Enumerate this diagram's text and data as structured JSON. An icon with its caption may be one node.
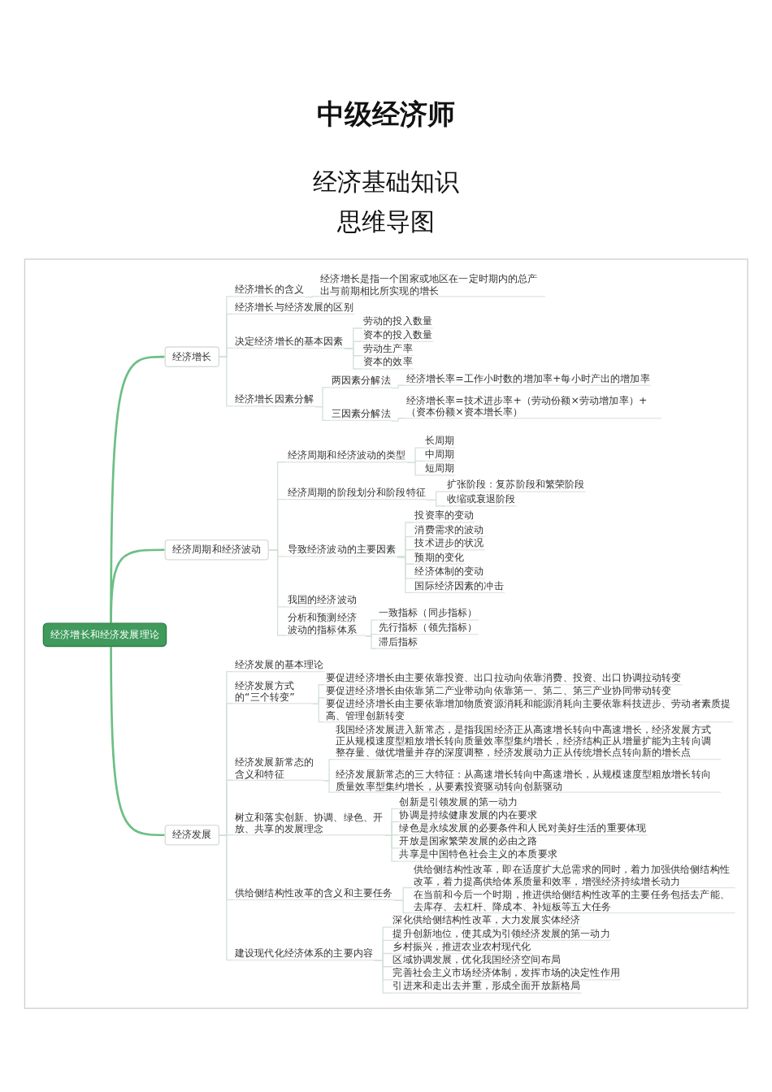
{
  "diagram": {
    "title": "中级经济师",
    "labels": [
      "经济基础知识",
      "思维导图"
    ],
    "nodes": [
      {
        "text": [
          "经济增长和经济发展理论"
        ]
      },
      {
        "text": [
          "经济增长"
        ]
      },
      {
        "text": [
          "经济增长的含义"
        ]
      },
      {
        "text": [
          "经济增长是指一个国家或地区在一定时期内的总产出与前期相比所实现的增长"
        ]
      },
      {
        "text": [
          "经济增长与经济发展的区别"
        ]
      },
      {
        "text": [
          "决定经济增长的基本因素"
        ]
      },
      {
        "text": [
          "劳动的投入数量"
        ]
      },
      {
        "text": [
          "资本的投入数量"
        ]
      },
      {
        "text": [
          "劳动生产率"
        ]
      },
      {
        "text": [
          "资本的效率"
        ]
      },
      {
        "text": [
          "经济增长因素分解"
        ]
      },
      {
        "text": [
          "两因素分解法"
        ]
      },
      {
        "text": [
          "经济增长率=工作小时数的增加率+每小时产出的增加率"
        ]
      },
      {
        "text": [
          "三因素分解法"
        ]
      },
      {
        "text": [
          "经济增长率=技术进步率+（劳动份额×劳动增加率）+（资本份额×资本增长率）"
        ]
      },
      {
        "text": [
          "经济周期和经济波动"
        ]
      },
      {
        "text": [
          "经济周期和经济波动的类型"
        ]
      },
      {
        "text": [
          "长周期"
        ]
      },
      {
        "text": [
          "中周期"
        ]
      },
      {
        "text": [
          "短周期"
        ]
      },
      {
        "text": [
          "经济周期的阶段划分和阶段特征"
        ]
      },
      {
        "text": [
          "扩张阶段：复苏阶段和繁荣阶段"
        ]
      },
      {
        "text": [
          "收缩或衰退阶段"
        ]
      },
      {
        "text": [
          "导致经济波动的主要因素"
        ]
      },
      {
        "text": [
          "投资率的变动"
        ]
      },
      {
        "text": [
          "消费需求的波动"
        ]
      },
      {
        "text": [
          "技术进步的状况"
        ]
      },
      {
        "text": [
          "预期的变化"
        ]
      },
      {
        "text": [
          "经济体制的变动"
        ]
      },
      {
        "text": [
          "国际经济因素的冲击"
        ]
      },
      {
        "text": [
          "我国的经济波动"
        ]
      },
      {
        "text": [
          "分析和预测经济波动的指标体系"
        ]
      },
      {
        "text": [
          "一致指标（同步指标）"
        ]
      },
      {
        "text": [
          "先行指标（领先指标）"
        ]
      },
      {
        "text": [
          "滞后指标"
        ]
      },
      {
        "text": [
          "经济发展"
        ]
      },
      {
        "text": [
          "经济发展的基本理论"
        ]
      },
      {
        "text": [
          "经济发展方式的“三个转变”"
        ]
      },
      {
        "text": [
          "要促进经济增长由主要依靠投资、出口拉动向依靠消费、投资、出口协调拉动转变"
        ]
      },
      {
        "text": [
          "要促进经济增长由依靠第二产业带动向依靠第一、第二、第三产业协同带动转变"
        ]
      },
      {
        "text": [
          "要促进经济增长由主要依靠增加物质资源消耗和能源消耗向主要依靠科技进步、劳动者素质提高、管理创新转变"
        ]
      },
      {
        "text": [
          "经济发展新常态的含义和特征"
        ]
      },
      {
        "text": [
          "我国经济发展进入新常态，是指我国经济正从高速增长转向中高速增长，经济发展方式正从规模速度型粗放增长转向质量效率型集约增长，经济结构正从增量扩能为主转向调整存量、做优增量并存的深度调整，经济发展动力正从传统增长点转向新的增长点"
        ]
      },
      {
        "text": [
          "经济发展新常态的三大特征：从高速增长转向中高速增长，从规模速度型粗放增长转向质量效率型集约增长，从要素投资驱动转向创新驱动"
        ]
      },
      {
        "text": [
          "树立和落实创新、协调、绿色、开放、共享的发展理念"
        ]
      },
      {
        "text": [
          "创新是引领发展的第一动力"
        ]
      },
      {
        "text": [
          "协调是持续健康发展的内在要求"
        ]
      },
      {
        "text": [
          "绿色是永续发展的必要条件和人民对美好生活的重要体现"
        ]
      },
      {
        "text": [
          "开放是国家繁荣发展的必由之路"
        ]
      },
      {
        "text": [
          "共享是中国特色社会主义的本质要求"
        ]
      },
      {
        "text": [
          "供给侧结构性改革的含义和主要任务"
        ]
      },
      {
        "text": [
          "供给侧结构性改革，即在适度扩大总需求的同时，着力加强供给侧结构性改革，着力提高供给体系质量和效率，增强经济持续增长动力"
        ]
      },
      {
        "text": [
          "在当前和今后一个时期，推进供给侧结构性改革的主要任务包括去产能、去库存、去杠杆、降成本、补短板等五大任务"
        ]
      },
      {
        "text": [
          "建设现代化经济体系的主要内容"
        ]
      },
      {
        "text": [
          "深化供给侧结构性改革，大力发展实体经济"
        ]
      },
      {
        "text": [
          "提升创新地位，使其成为引领经济发展的第一动力"
        ]
      },
      {
        "text": [
          "乡村振兴，推进农业农村现代化"
        ]
      },
      {
        "text": [
          "区域协调发展，优化我国经济空间布局"
        ]
      },
      {
        "text": [
          "完善社会主义市场经济体制，发挥市场的决定性作用"
        ]
      },
      {
        "text": [
          "引进来和走出去并重，形成全面开放新格局"
        ]
      }
    ],
    "edges": [
      {
        "from": 0,
        "to": 1,
        "arrow": "none",
        "color": "#6cbf84"
      },
      {
        "from": 0,
        "to": 15,
        "arrow": "none",
        "color": "#6cbf84"
      },
      {
        "from": 0,
        "to": 35,
        "arrow": "none",
        "color": "#6cbf84"
      },
      {
        "from": 1,
        "to": 2,
        "arrow": "none"
      },
      {
        "from": 1,
        "to": 4,
        "arrow": "none"
      },
      {
        "from": 1,
        "to": 5,
        "arrow": "none"
      },
      {
        "from": 1,
        "to": 10,
        "arrow": "none"
      },
      {
        "from": 2,
        "to": 3,
        "arrow": "none"
      },
      {
        "from": 5,
        "to": 6,
        "arrow": "none"
      },
      {
        "from": 5,
        "to": 7,
        "arrow": "none"
      },
      {
        "from": 5,
        "to": 8,
        "arrow": "none"
      },
      {
        "from": 5,
        "to": 9,
        "arrow": "none"
      },
      {
        "from": 10,
        "to": 11,
        "arrow": "none"
      },
      {
        "from": 10,
        "to": 13,
        "arrow": "none"
      },
      {
        "from": 11,
        "to": 12,
        "arrow": "none"
      },
      {
        "from": 13,
        "to": 14,
        "arrow": "none"
      },
      {
        "from": 15,
        "to": 16,
        "arrow": "none"
      },
      {
        "from": 15,
        "to": 20,
        "arrow": "none"
      },
      {
        "from": 15,
        "to": 23,
        "arrow": "none"
      },
      {
        "from": 15,
        "to": 30,
        "arrow": "none"
      },
      {
        "from": 15,
        "to": 31,
        "arrow": "none"
      },
      {
        "from": 16,
        "to": 17,
        "arrow": "none"
      },
      {
        "from": 16,
        "to": 18,
        "arrow": "none"
      },
      {
        "from": 16,
        "to": 19,
        "arrow": "none"
      },
      {
        "from": 20,
        "to": 21,
        "arrow": "none"
      },
      {
        "from": 20,
        "to": 22,
        "arrow": "none"
      },
      {
        "from": 23,
        "to": 24,
        "arrow": "none"
      },
      {
        "from": 23,
        "to": 25,
        "arrow": "none"
      },
      {
        "from": 23,
        "to": 26,
        "arrow": "none"
      },
      {
        "from": 23,
        "to": 27,
        "arrow": "none"
      },
      {
        "from": 23,
        "to": 28,
        "arrow": "none"
      },
      {
        "from": 23,
        "to": 29,
        "arrow": "none"
      },
      {
        "from": 31,
        "to": 32,
        "arrow": "none"
      },
      {
        "from": 31,
        "to": 33,
        "arrow": "none"
      },
      {
        "from": 31,
        "to": 34,
        "arrow": "none"
      },
      {
        "from": 35,
        "to": 36,
        "arrow": "none"
      },
      {
        "from": 35,
        "to": 37,
        "arrow": "none"
      },
      {
        "from": 35,
        "to": 41,
        "arrow": "none"
      },
      {
        "from": 35,
        "to": 44,
        "arrow": "none"
      },
      {
        "from": 35,
        "to": 50,
        "arrow": "none"
      },
      {
        "from": 35,
        "to": 53,
        "arrow": "none"
      },
      {
        "from": 37,
        "to": 38,
        "arrow": "none"
      },
      {
        "from": 37,
        "to": 39,
        "arrow": "none"
      },
      {
        "from": 37,
        "to": 40,
        "arrow": "none"
      },
      {
        "from": 41,
        "to": 42,
        "arrow": "none"
      },
      {
        "from": 41,
        "to": 43,
        "arrow": "none"
      },
      {
        "from": 44,
        "to": 45,
        "arrow": "none"
      },
      {
        "from": 44,
        "to": 46,
        "arrow": "none"
      },
      {
        "from": 44,
        "to": 47,
        "arrow": "none"
      },
      {
        "from": 44,
        "to": 48,
        "arrow": "none"
      },
      {
        "from": 44,
        "to": 49,
        "arrow": "none"
      },
      {
        "from": 50,
        "to": 51,
        "arrow": "none"
      },
      {
        "from": 50,
        "to": 52,
        "arrow": "none"
      },
      {
        "from": 53,
        "to": 54,
        "arrow": "none"
      },
      {
        "from": 53,
        "to": 55,
        "arrow": "none"
      },
      {
        "from": 53,
        "to": 56,
        "arrow": "none"
      },
      {
        "from": 53,
        "to": 57,
        "arrow": "none"
      },
      {
        "from": 53,
        "to": 58,
        "arrow": "none"
      },
      {
        "from": 53,
        "to": 59,
        "arrow": "none"
      }
    ]
  }
}
